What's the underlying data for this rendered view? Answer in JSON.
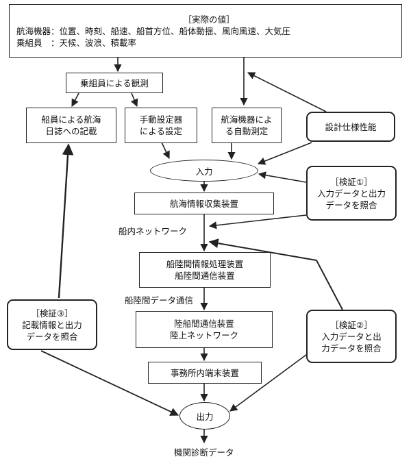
{
  "top_box": {
    "title": "［実際の値］",
    "row1_label": "航海機器：",
    "row1_items": "位置、時刻、船速、船首方位、船体動揺、風向風速、大気圧",
    "row2_label": "乗組員　：",
    "row2_items": "天候、波浪、積載率"
  },
  "crew_observation": "乗組員による観測",
  "logbook": {
    "line1": "船員による航海",
    "line2": "日誌への記載"
  },
  "manual_device": {
    "line1": "手動設定器",
    "line2": "による設定"
  },
  "auto_measure": {
    "line1": "航海機器によ",
    "line2": "る自動測定"
  },
  "design_spec": "設計仕様性能",
  "input_node": "入力",
  "verify1": {
    "title": "［検証①］",
    "line1": "入力データと出力",
    "line2": "データを照合"
  },
  "collector": "航海情報収集装置",
  "ship_network": "船内ネットワーク",
  "ship_shore_proc": {
    "line1": "船陸間情報処理装置",
    "line2": "船陸間通信装置"
  },
  "ship_shore_comm": "船陸間データ通信",
  "shore_comm": {
    "line1": "陸船間通信装置",
    "line2": "陸上ネットワーク"
  },
  "office_terminal": "事務所内端末装置",
  "verify3": {
    "title": "［検証③］",
    "line1": "記載情報と出力",
    "line2": "データを照合"
  },
  "verify2": {
    "title": "［検証②］",
    "line1": "入力データと出",
    "line2": "力データを照合"
  },
  "output_node": "出力",
  "final_output": "機関診断データ"
}
